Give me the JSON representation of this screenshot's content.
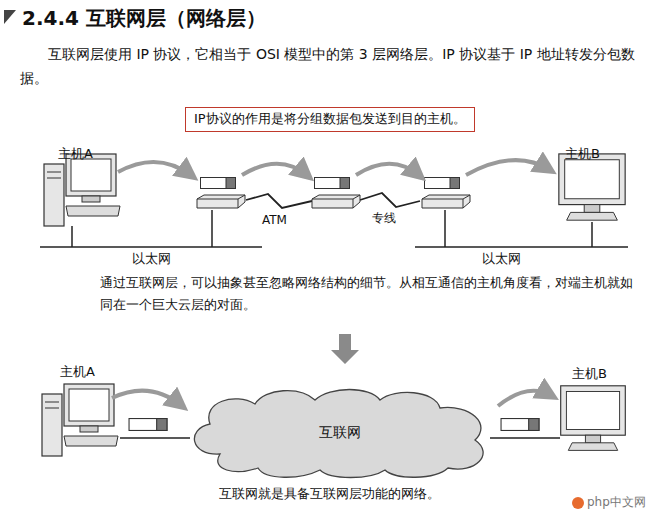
{
  "diagram": {
    "title": "2.4.4 互联网层（网络层）",
    "caption": "互联网就是具备互联网层功能的网络。",
    "nodes": [
      {
        "text": [
          "IP协议的作用是将分组数据包发送到目的主机。"
        ]
      },
      {
        "text": [
          "互联网"
        ]
      }
    ],
    "labels": [
      "互联网层使用 IP 协议，它相当于 OSI 模型中的第 3 层网络层。IP 协议基于 IP 地址转发分包数据。",
      "主机A",
      "主机B",
      "ATM",
      "专线",
      "以太网",
      "以太网",
      "通过互联网层，可以抽象甚至忽略网络结构的细节。从相互通信的主机角度看，对端主机就如同在一个巨大云层的对面。",
      "主机A",
      "主机B",
      "php中文网"
    ]
  }
}
